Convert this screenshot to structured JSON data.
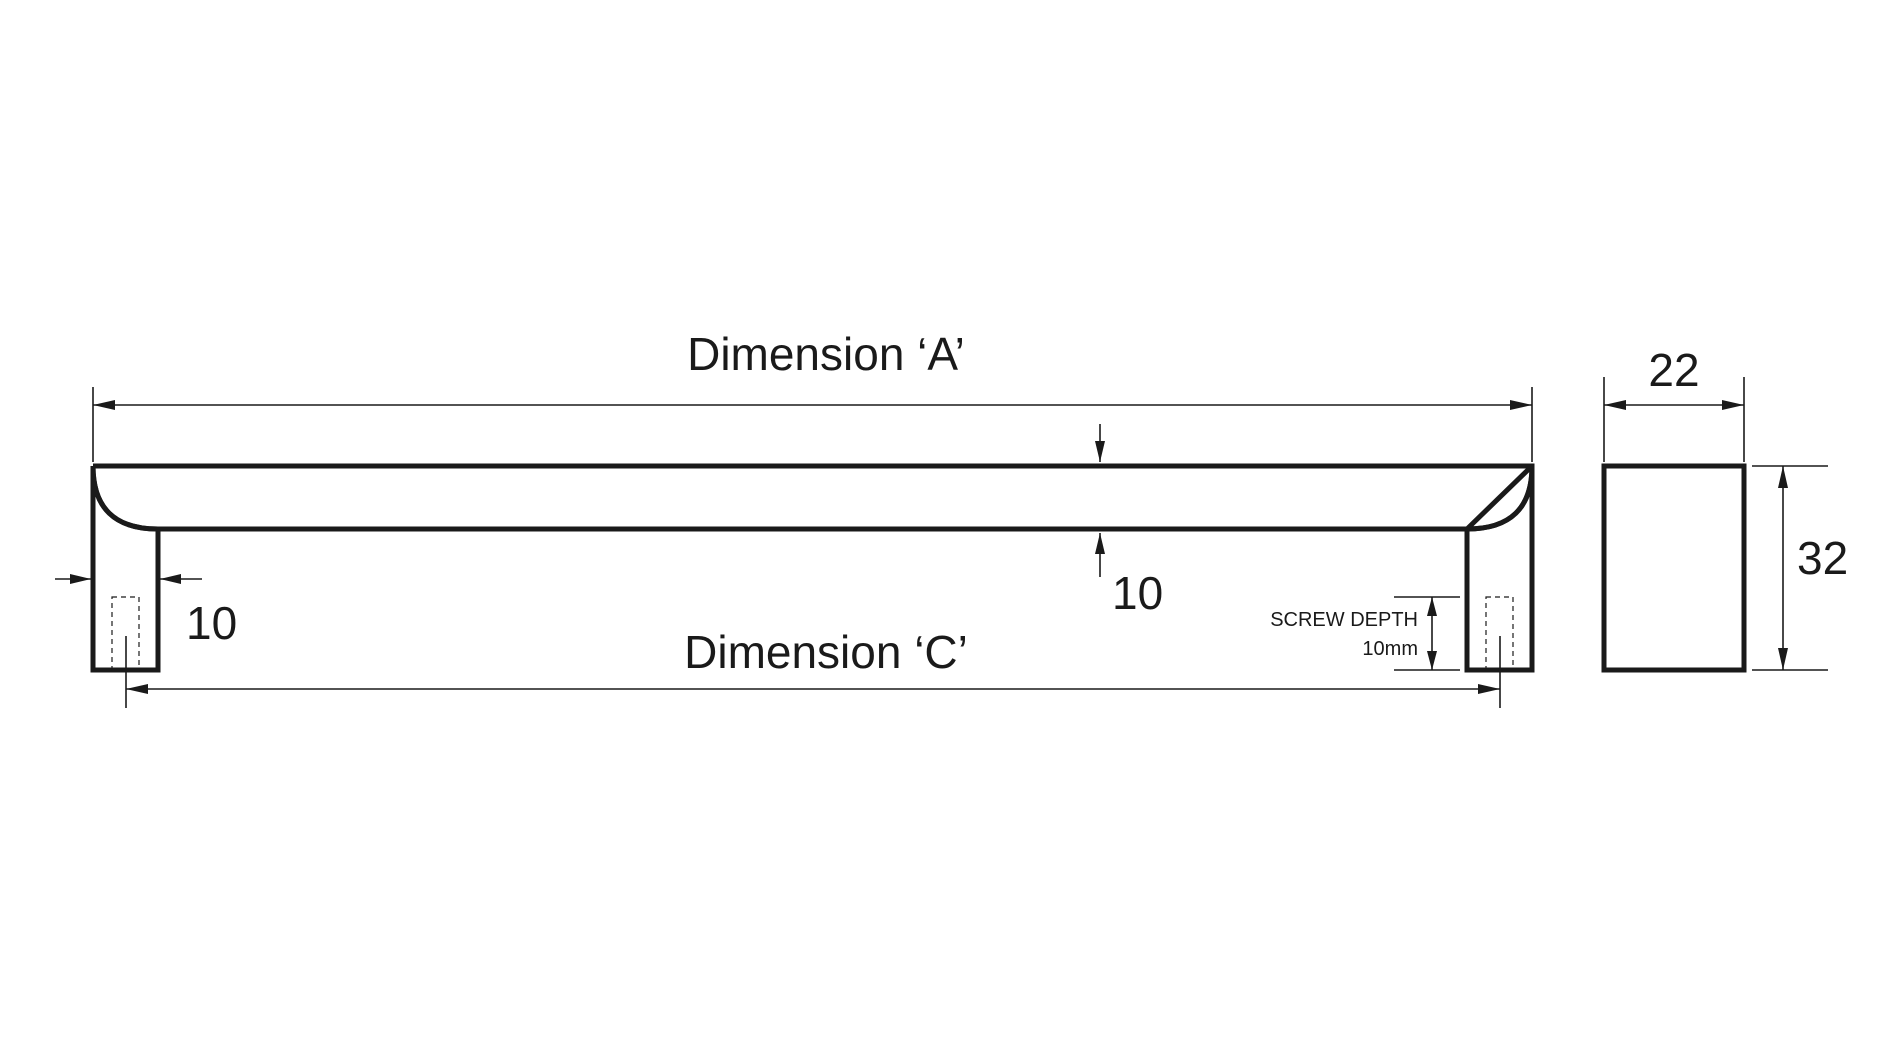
{
  "labels": {
    "dimension_a": "Dimension ‘A’",
    "dimension_c": "Dimension ‘C’",
    "leg_width": "10",
    "bar_thickness": "10",
    "end_width": "22",
    "end_height": "32",
    "screw_depth_title": "SCREW DEPTH",
    "screw_depth_value": "10mm"
  },
  "colors": {
    "line": "#1a1a1a",
    "background": "#ffffff"
  }
}
